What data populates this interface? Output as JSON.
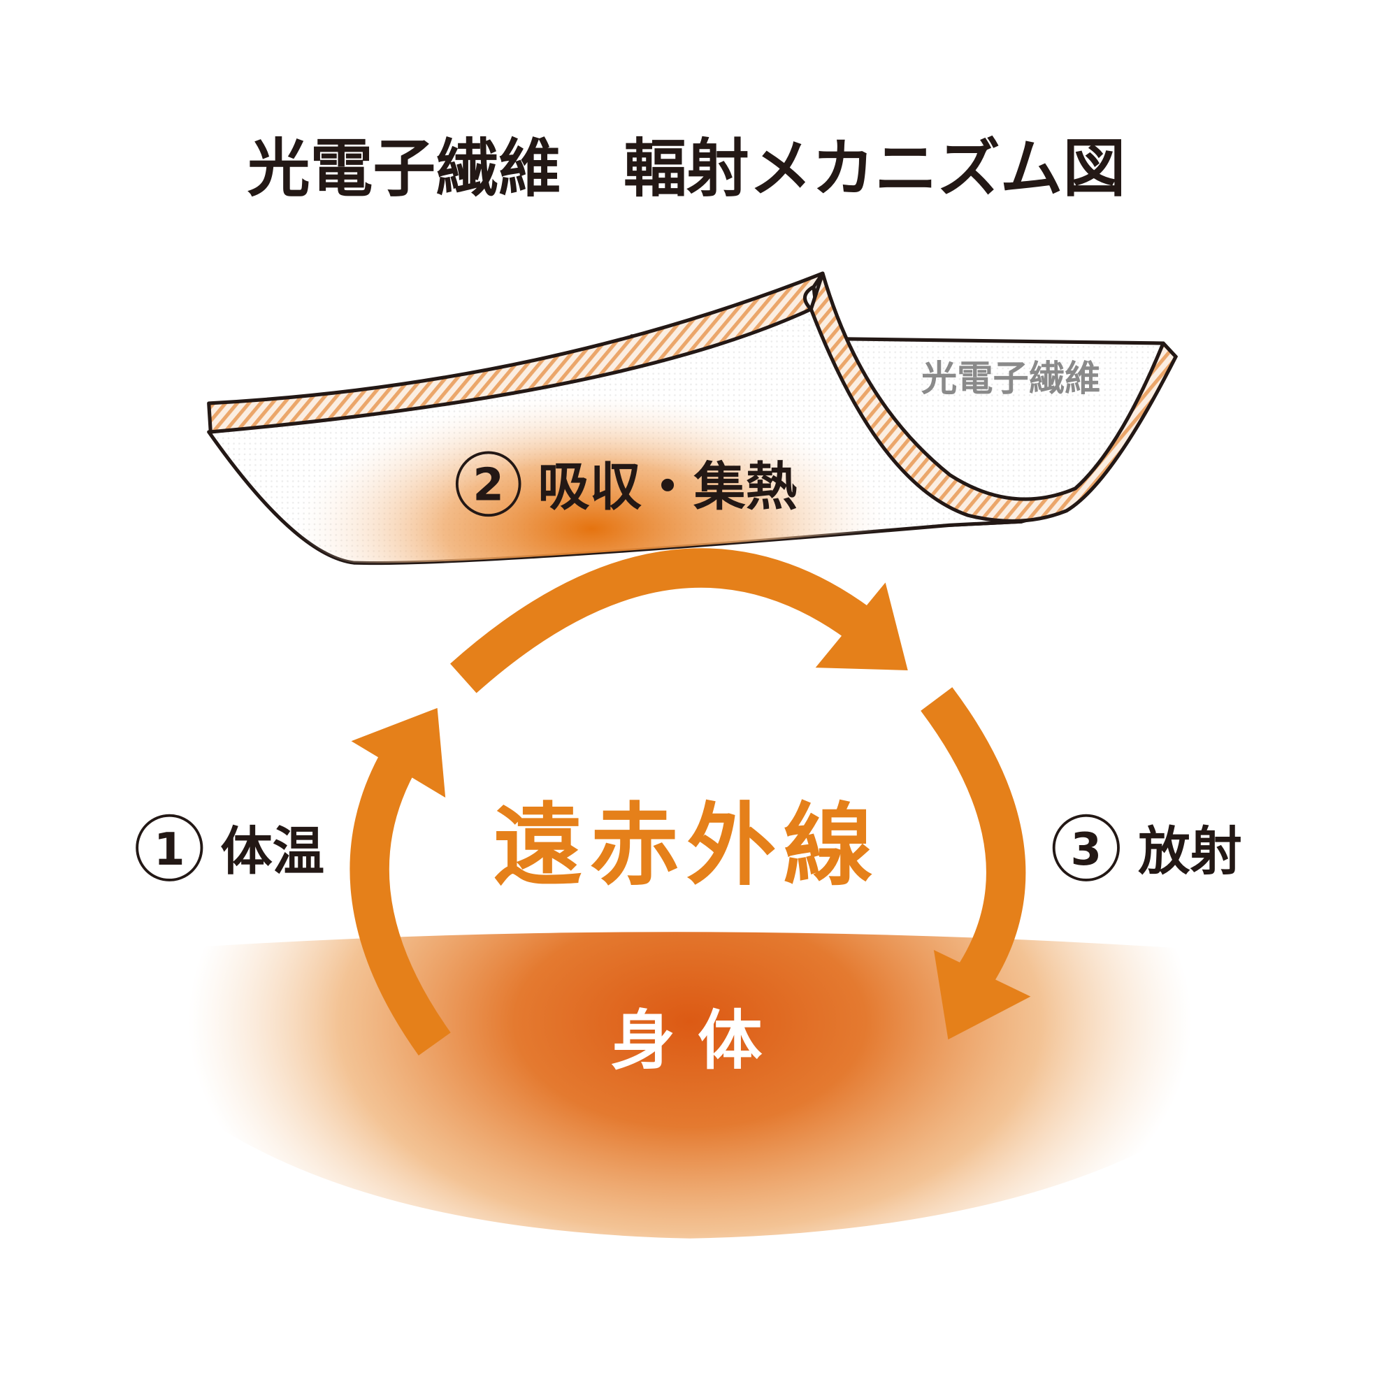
{
  "title": "光電子繊維　輻射メカニズム図",
  "fabric_label": "光電子繊維",
  "steps": [
    {
      "number": "1",
      "label": "体温"
    },
    {
      "number": "2",
      "label": "吸収・集熱"
    },
    {
      "number": "3",
      "label": "放射"
    }
  ],
  "center_label": "遠赤外線",
  "body_label": "身 体",
  "colors": {
    "accent": "#e5801a",
    "body": "#dc5a14",
    "text": "#231815",
    "fabric_label": "#8a8a8a"
  }
}
